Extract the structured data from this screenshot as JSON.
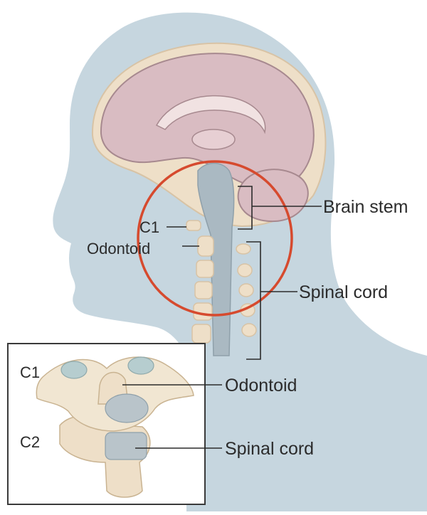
{
  "labels": {
    "brain_stem": "Brain stem",
    "spinal_cord": "Spinal cord",
    "c1": "C1",
    "odontoid": "Odontoid"
  },
  "inset": {
    "c1": "C1",
    "c2": "C2",
    "odontoid": "Odontoid",
    "spinal_cord": "Spinal cord"
  },
  "colors": {
    "skin": "#c6d6df",
    "brain": "#d9bcc2",
    "brain_outline": "#a7898f",
    "bone": "#eedfc8",
    "bone_dark": "#d8c3a5",
    "cord": "#aab9c2",
    "highlight_circle": "#d64a2e",
    "inset_border": "#3a3a3a"
  }
}
